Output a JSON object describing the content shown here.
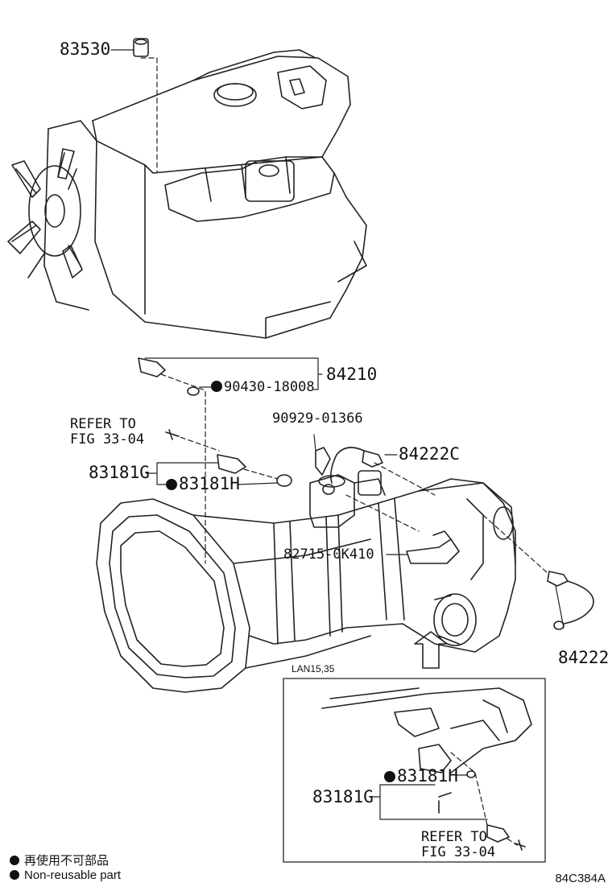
{
  "parts": {
    "p83530": "83530",
    "p84210": "84210",
    "p90430": "90430-18008",
    "refer_top_line1": "REFER TO",
    "refer_top_line2": "FIG 33-04",
    "p90929": "90929-01366",
    "p84222C": "84222C",
    "p83181G": "83181G",
    "p83181H": "83181H",
    "p82715": "82715-0K410",
    "p84222": "84222"
  },
  "inset": {
    "caption": "LAN15,35",
    "p83181H": "83181H",
    "p83181G": "83181G",
    "refer_line1": "REFER TO",
    "refer_line2": "FIG 33-04"
  },
  "legend": {
    "jp": "再使用不可部品",
    "en": "Non-reusable part"
  },
  "figure_code": "84C384A",
  "colors": {
    "ink": "#111111",
    "background": "#ffffff"
  }
}
